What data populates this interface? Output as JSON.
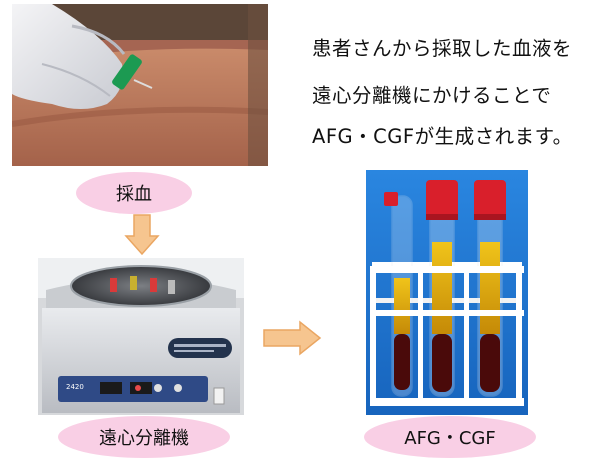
{
  "description": {
    "line1": "患者さんから採取した血液を",
    "line2": "遠心分離機にかけることで",
    "line3": "AFG・CGFが生成されます。"
  },
  "steps": {
    "blood_draw": "採血",
    "centrifuge": "遠心分離機",
    "result": "AFG・CGF"
  },
  "colors": {
    "oval_fill": "#f9cfe5",
    "arrow_fill": "#f6c58f",
    "arrow_stroke": "#eaa662",
    "rack": "#ffffff",
    "backdrop": "#1e7fdc",
    "cap_red": "#d91f2b",
    "plasma_yellow": "#e8b70e",
    "red_cells": "#4a0a0a"
  },
  "photo_text": {
    "centrifuge_brand": "2420"
  }
}
